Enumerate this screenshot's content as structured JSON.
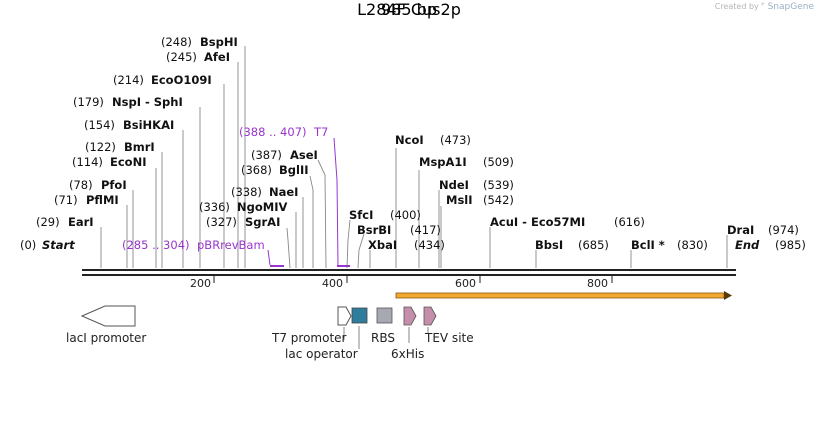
{
  "credit": {
    "prefix": "Created by",
    "brand": "SnapGene"
  },
  "plasmid": {
    "name": "L284F Cus2p",
    "length_label": "985 bp"
  },
  "sites": [
    {
      "pos": "(248)",
      "name": "BspHI"
    },
    {
      "pos": "(245)",
      "name": "AfeI"
    },
    {
      "pos": "(214)",
      "name": "EcoO109I"
    },
    {
      "pos": "(179)",
      "name": "NspI - SphI"
    },
    {
      "pos": "(154)",
      "name": "BsiHKAI"
    },
    {
      "pos": "(122)",
      "name": "BmrI"
    },
    {
      "pos": "(114)",
      "name": "EcoNI"
    },
    {
      "pos": "(78)",
      "name": "PfoI"
    },
    {
      "pos": "(71)",
      "name": "PflMI"
    },
    {
      "pos": "(29)",
      "name": "EarI"
    },
    {
      "pos": "(0)",
      "name": "Start"
    },
    {
      "pos": "(387)",
      "name": "AseI"
    },
    {
      "pos": "(368)",
      "name": "BglII"
    },
    {
      "pos": "(338)",
      "name": "NaeI"
    },
    {
      "pos": "(336)",
      "name": "NgoMIV"
    },
    {
      "pos": "(327)",
      "name": "SgrAI"
    },
    {
      "pos": "(473)",
      "name": "NcoI"
    },
    {
      "pos": "(509)",
      "name": "MspA1I"
    },
    {
      "pos": "(539)",
      "name": "NdeI"
    },
    {
      "pos": "(542)",
      "name": "MslI"
    },
    {
      "pos": "(400)",
      "name": "SfcI"
    },
    {
      "pos": "(417)",
      "name": "BsrBI"
    },
    {
      "pos": "(434)",
      "name": "XbaI"
    },
    {
      "pos": "(616)",
      "name": "AcuI - Eco57MI"
    },
    {
      "pos": "(685)",
      "name": "BbsI"
    },
    {
      "pos": "(830)",
      "name": "BclI *"
    },
    {
      "pos": "(974)",
      "name": "DraI"
    },
    {
      "pos": "(985)",
      "name": "End"
    }
  ],
  "primers": [
    {
      "name": "T7",
      "range": "(388 .. 407)"
    },
    {
      "name": "pBRrevBam",
      "range": "(285 .. 304)"
    }
  ],
  "ruler_ticks": [
    "200",
    "400",
    "600",
    "800"
  ],
  "features": [
    {
      "name": "lacI promoter"
    },
    {
      "name": "T7 promoter"
    },
    {
      "name": "lac operator"
    },
    {
      "name": "RBS"
    },
    {
      "name": "6xHis"
    },
    {
      "name": "TEV site"
    }
  ],
  "colors": {
    "primer": "#9a35cf",
    "orf_fill": "#f0a830",
    "lac_operator": "#2e7d9c",
    "rbs": "#a7a9b2",
    "his_tag": "#c58fab",
    "text": "#111111"
  }
}
